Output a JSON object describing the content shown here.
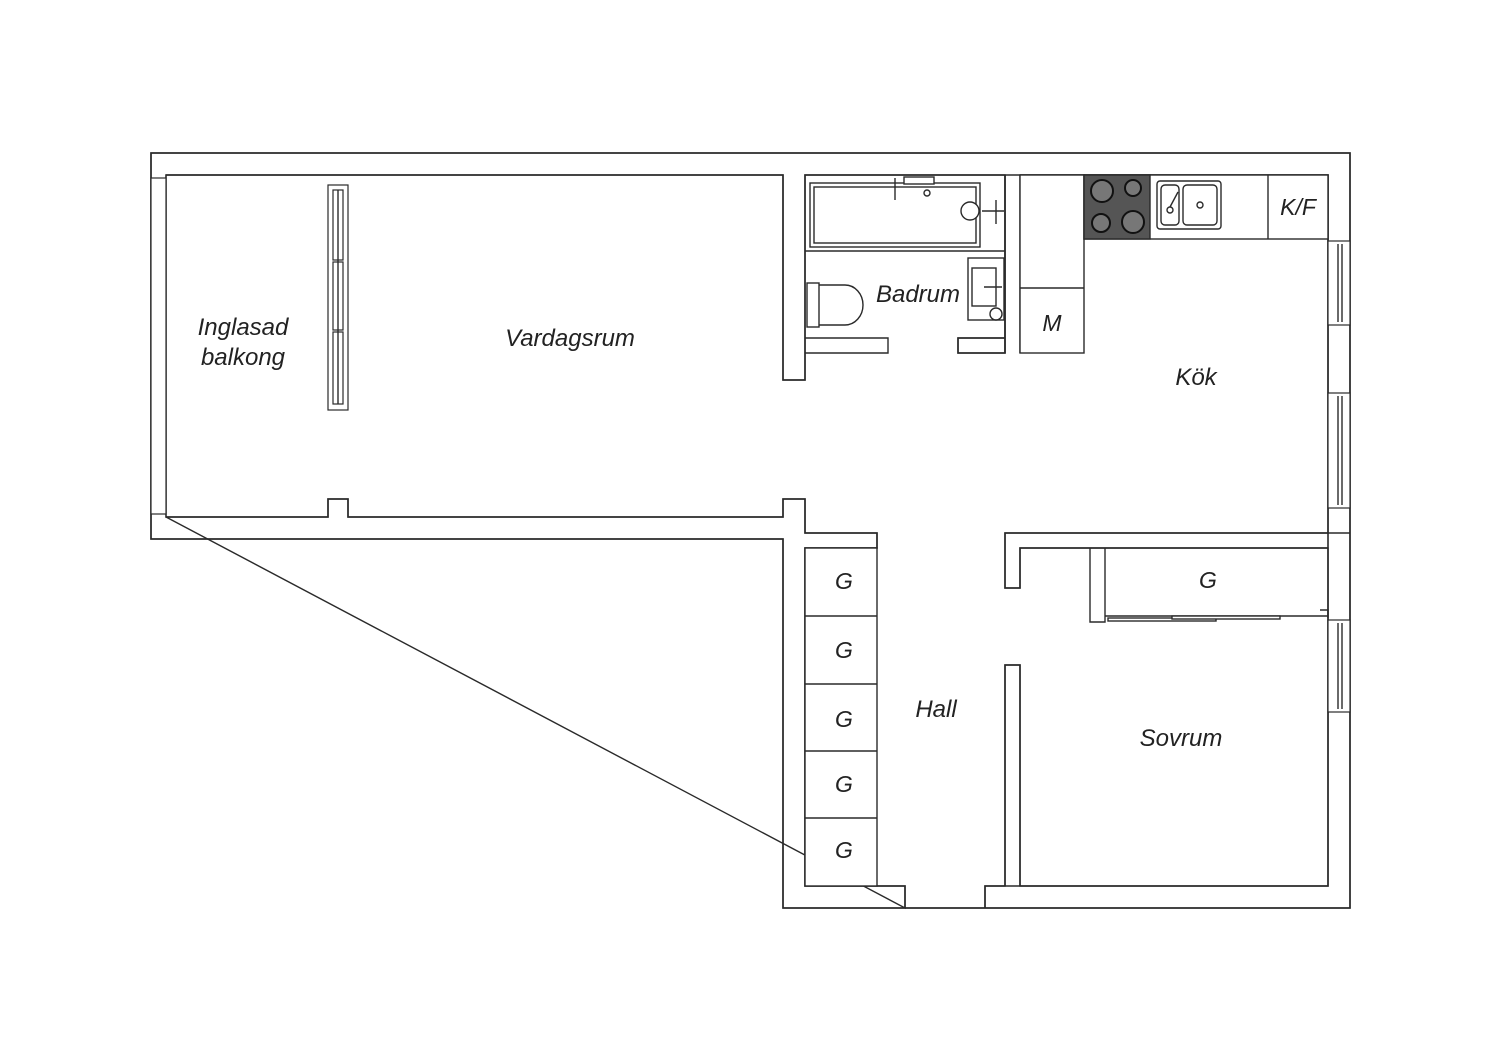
{
  "rooms": {
    "balcony_line1": "Inglasad",
    "balcony_line2": "balkong",
    "living": "Vardagsrum",
    "bathroom": "Badrum",
    "kitchen": "Kök",
    "hall": "Hall",
    "bedroom": "Sovrum"
  },
  "fixtures": {
    "kf": "K/F",
    "m": "M",
    "g": "G"
  },
  "colors": {
    "line": "#2a2a2a",
    "stove": "#555555",
    "background": "#ffffff"
  }
}
